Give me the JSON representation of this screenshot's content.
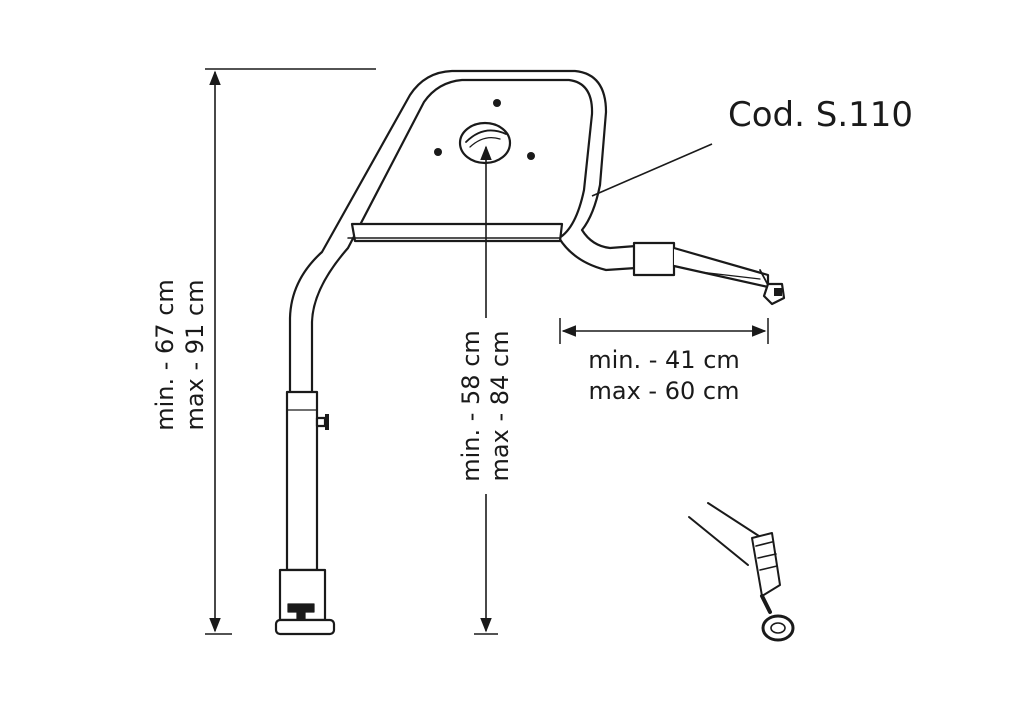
{
  "product_code": "Cod. S.110",
  "dimensions": {
    "total_height": {
      "min": "min. - 67 cm",
      "max": "max - 91 cm"
    },
    "seat_height": {
      "min": "min. - 58 cm",
      "max": "max - 84 cm"
    },
    "arm_length": {
      "min": "min. - 41 cm",
      "max": "max - 60 cm"
    }
  },
  "colors": {
    "line": "#1a1a1a",
    "background": "#ffffff"
  }
}
